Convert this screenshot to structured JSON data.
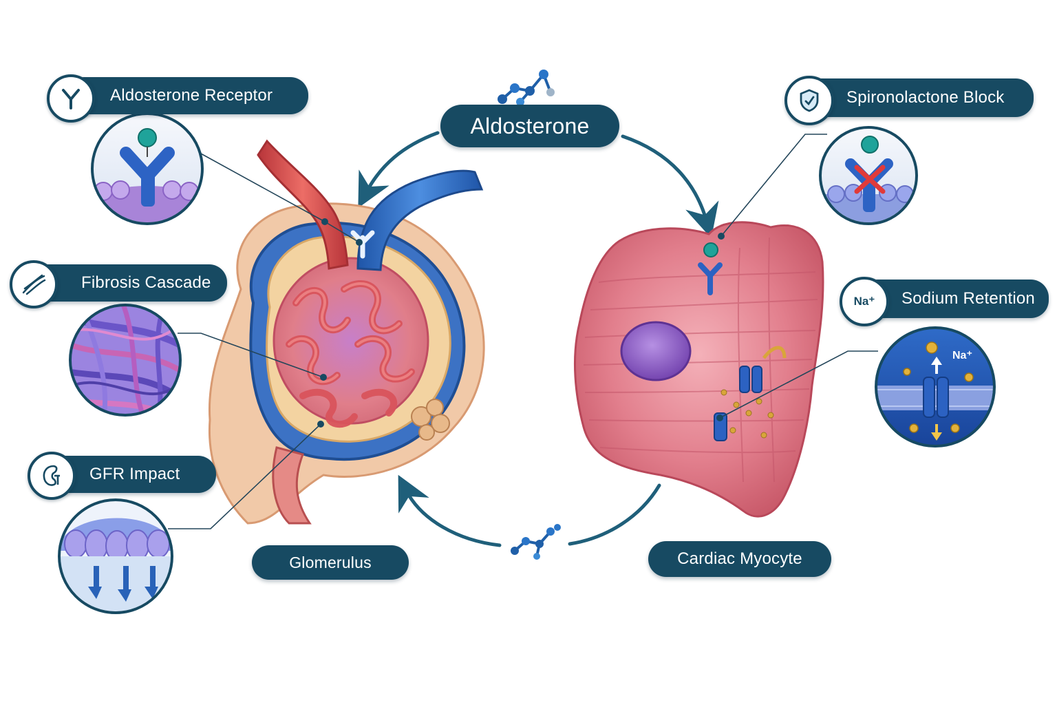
{
  "center_label": "Aldosterone",
  "labels": {
    "receptor": "Aldosterone Receptor",
    "fibrosis": "Fibrosis Cascade",
    "gfr": "GFR Impact",
    "spironolactone": "Spironolactone Block",
    "sodium": "Sodium Retention",
    "glomerulus": "Glomerulus",
    "myocyte": "Cardiac Myocyte"
  },
  "ion_labels": {
    "sodium_icon": "Na⁺",
    "sodium_inset": "Na⁺"
  },
  "colors": {
    "pill": "#174a62",
    "arrow": "#1f5f7a",
    "vessel_blue": "#2f6fc0",
    "vessel_red": "#d9534f",
    "tissue_pink": "#e98a95",
    "nucleus": "#8a5cc0",
    "molecule": "#1f5fa8",
    "block_mark": "#e03a3a"
  }
}
